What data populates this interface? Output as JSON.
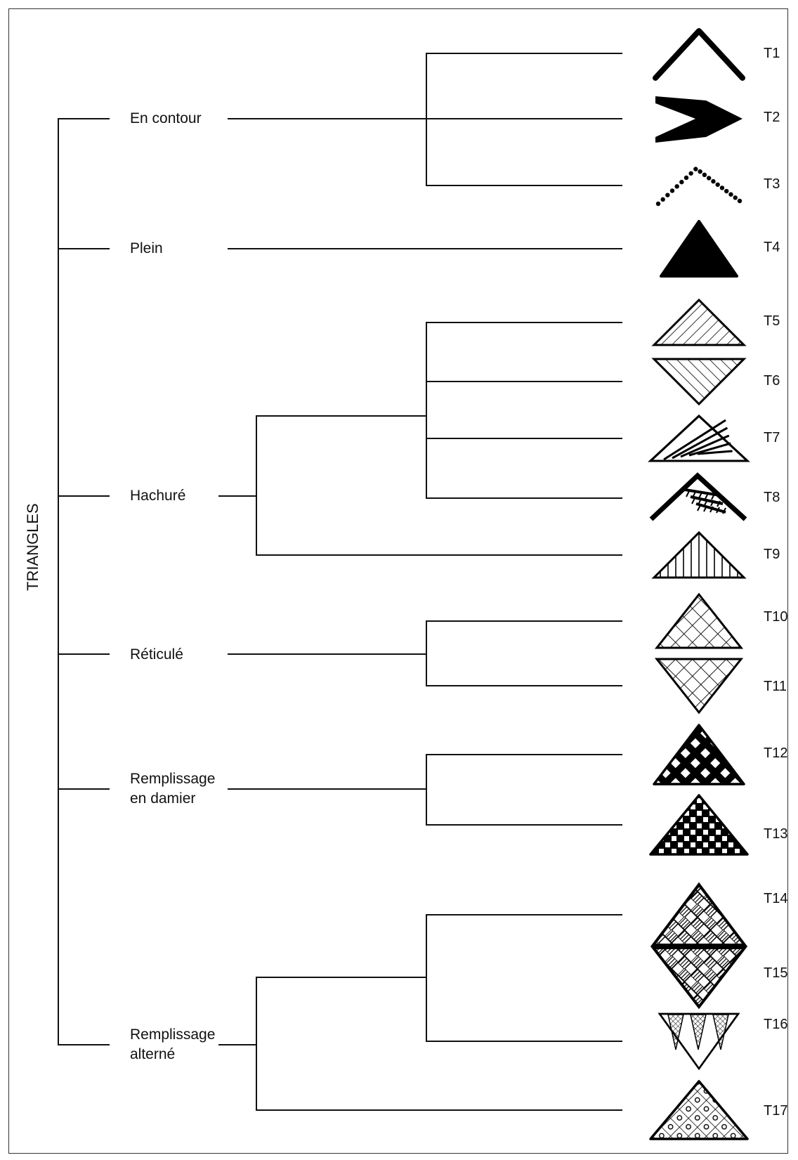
{
  "root": {
    "label": "TRIANGLES"
  },
  "categories": [
    {
      "id": "contour",
      "label": "En contour"
    },
    {
      "id": "plein",
      "label": "Plein"
    },
    {
      "id": "hachure",
      "label": "Hachuré"
    },
    {
      "id": "reticule",
      "label": "Réticulé"
    },
    {
      "id": "damier",
      "line1": "Remplissage",
      "line2": "en damier"
    },
    {
      "id": "alterne",
      "line1": "Remplissage",
      "line2": "alterné"
    }
  ],
  "leaves": [
    {
      "code": "T1",
      "motif": "chevron-outline"
    },
    {
      "code": "T2",
      "motif": "chevron-solid-arrow"
    },
    {
      "code": "T3",
      "motif": "chevron-dotted"
    },
    {
      "code": "T4",
      "motif": "triangle-solid"
    },
    {
      "code": "T5",
      "motif": "triangle-diagonal-hatch"
    },
    {
      "code": "T6",
      "motif": "triangle-inverted-diagonal-hatch"
    },
    {
      "code": "T7",
      "motif": "triangle-fringed-bands"
    },
    {
      "code": "T8",
      "motif": "chevron-fringed"
    },
    {
      "code": "T9",
      "motif": "triangle-vertical-hatch"
    },
    {
      "code": "T10",
      "motif": "triangle-crosshatch"
    },
    {
      "code": "T11",
      "motif": "triangle-inverted-crosshatch"
    },
    {
      "code": "T12",
      "motif": "triangle-checker-diamonds"
    },
    {
      "code": "T13",
      "motif": "triangle-checker-squares"
    },
    {
      "code": "T14",
      "motif": "triangle-alternating-hatched-diamonds"
    },
    {
      "code": "T15",
      "motif": "triangle-inverted-alternating-hatched-diamonds"
    },
    {
      "code": "T16",
      "motif": "triangle-inverted-alternating-crosshatch-bands"
    },
    {
      "code": "T17",
      "motif": "triangle-crosshatch-with-dots"
    }
  ]
}
